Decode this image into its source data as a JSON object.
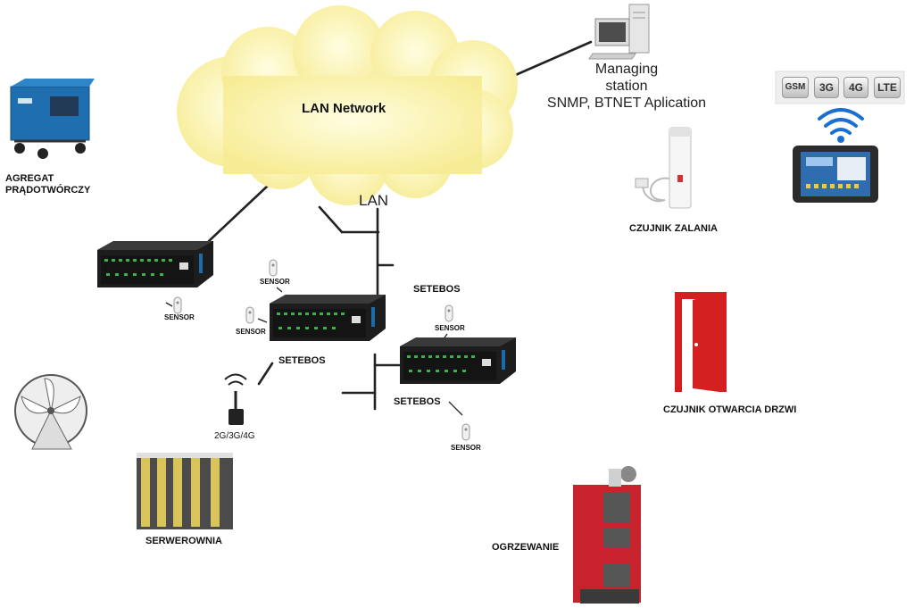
{
  "network": {
    "cloud_title": "LAN Network",
    "lan_label": "LAN"
  },
  "managing_station": {
    "line1": "Managing",
    "line2": "station",
    "line3": "SNMP, BTNET Aplication"
  },
  "mobile_badges": [
    "GSM",
    "3G",
    "4G",
    "LTE"
  ],
  "devices": {
    "generator": {
      "line1": "AGREGAT",
      "line2": "PRĄDOTWÓRCZY"
    },
    "flood_sensor": "CZUJNIK ZALANIA",
    "door_sensor": "CZUJNIK OTWARCIA DRZWI",
    "server_room": "SERWEROWNIA",
    "heating": "OGRZEWANIE",
    "modem": "2G/3G/4G"
  },
  "setebos_labels": [
    "SETEBOS",
    "SETEBOS",
    "SETEBOS"
  ],
  "sensor_labels": [
    "SENSOR",
    "SENSOR",
    "SENSOR",
    "SENSOR",
    "SENSOR"
  ],
  "colors": {
    "cloud": "#fbf3a8",
    "lines": "#222222",
    "door": "#d42020",
    "heater": "#c8232c",
    "generator": "#1f6fb0"
  }
}
